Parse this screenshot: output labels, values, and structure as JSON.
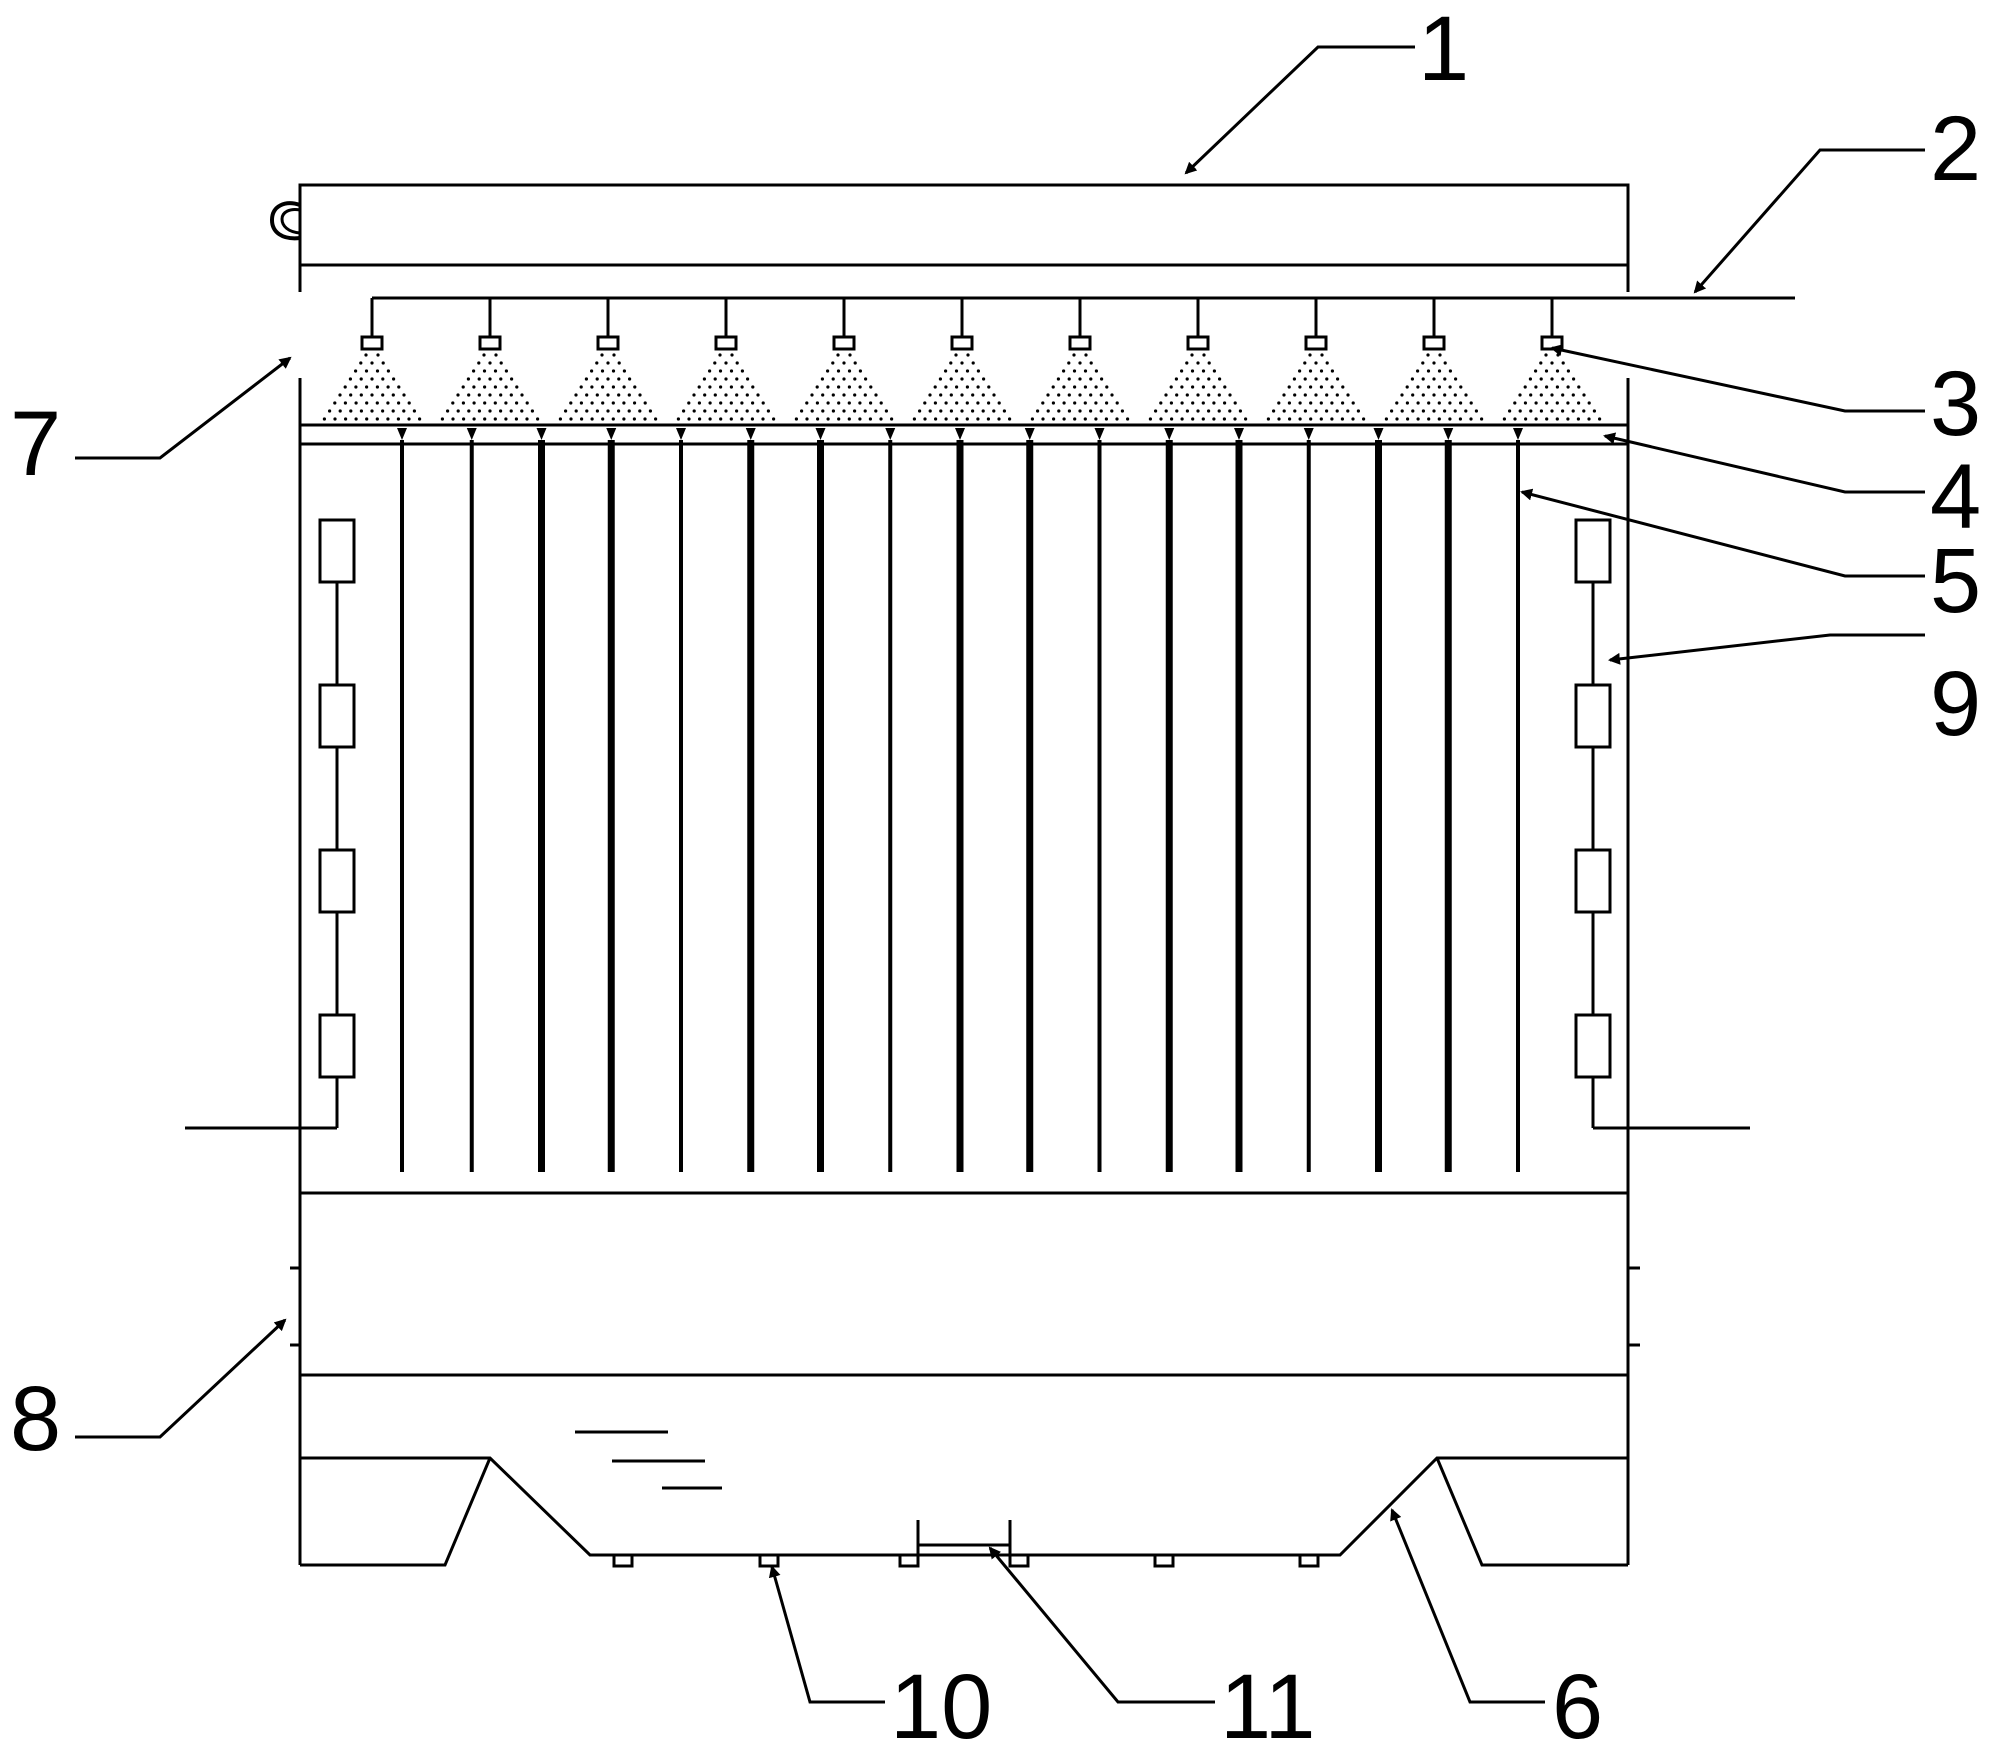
{
  "colors": {
    "line": "#000000",
    "background": "#ffffff"
  },
  "callouts": {
    "c1": "1",
    "c2": "2",
    "c3": "3",
    "c4": "4",
    "c5": "5",
    "c6": "6",
    "c7": "7",
    "c8": "8",
    "c9": "9",
    "c10": "10",
    "c11": "11"
  },
  "nozzle_count": 11,
  "plate_count": 17,
  "clip_count_per_side": 4,
  "water_level_icon": "water-level-icon"
}
